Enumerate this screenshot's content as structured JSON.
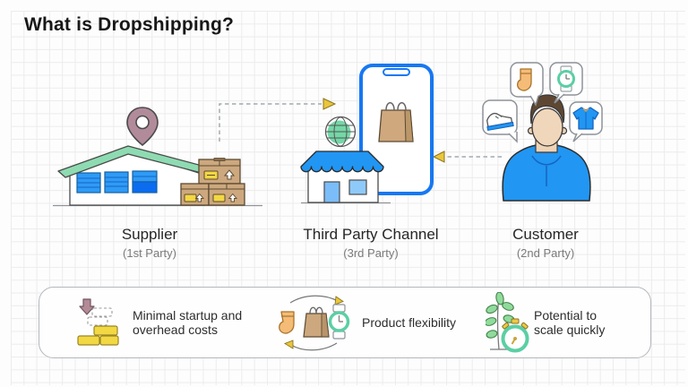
{
  "title": "What is Dropshipping?",
  "entities": {
    "supplier": {
      "label": "Supplier",
      "party": "(1st Party)",
      "illustrations": [
        "location-pin-icon",
        "warehouse-illustration",
        "cardboard-boxes-icon"
      ]
    },
    "channel": {
      "label": "Third Party Channel",
      "party": "(3rd Party)",
      "illustrations": [
        "smartphone-illustration",
        "shopping-bag-icon",
        "globe-icon",
        "storefront-illustration"
      ]
    },
    "customer": {
      "label": "Customer",
      "party": "(2nd Party)",
      "illustrations": [
        "person-illustration",
        "sock-bubble-icon",
        "watch-bubble-icon",
        "sneaker-bubble-icon",
        "jacket-bubble-icon"
      ]
    }
  },
  "flow": {
    "supplier_to_channel": "dashed-arrow-right",
    "customer_to_channel": "dashed-arrow-left"
  },
  "benefits": {
    "items": [
      {
        "label": "Minimal startup and overhead costs",
        "icon": "gold-bars-icon"
      },
      {
        "label": "Product flexibility",
        "icon": "product-cycle-icon"
      },
      {
        "label": "Potential to scale quickly",
        "icon": "plant-stopwatch-icon"
      }
    ]
  },
  "colors": {
    "accent_blue": "#2196f3",
    "phone_blue": "#1778f2",
    "mint_green": "#8edbb2",
    "watch_green": "#5bcfa4",
    "gold": "#f2d843",
    "carton_tan": "#cda87e",
    "sock_orange": "#f5bc77",
    "pin_mauve": "#b28b9b",
    "arrow_yellow": "#eac63b",
    "dash_gray": "#a5a9ad",
    "grid_gray": "#ececec"
  }
}
